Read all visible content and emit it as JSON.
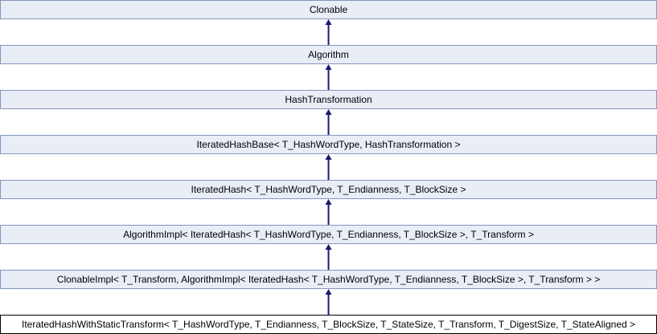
{
  "diagram": {
    "type": "class-inheritance-diagram",
    "colors": {
      "node_fill": "#e8edf6",
      "node_border": "#8595bd",
      "current_node_fill": "#ffffff",
      "current_node_border": "#000000",
      "arrow": "#191970",
      "text": "#000000"
    },
    "nodes": [
      {
        "label": "Clonable"
      },
      {
        "label": "Algorithm"
      },
      {
        "label": "HashTransformation"
      },
      {
        "label": "IteratedHashBase< T_HashWordType, HashTransformation >"
      },
      {
        "label": "IteratedHash< T_HashWordType, T_Endianness, T_BlockSize >"
      },
      {
        "label": "AlgorithmImpl< IteratedHash< T_HashWordType, T_Endianness, T_BlockSize >, T_Transform >"
      },
      {
        "label": "ClonableImpl< T_Transform, AlgorithmImpl< IteratedHash< T_HashWordType, T_Endianness, T_BlockSize >, T_Transform > >"
      },
      {
        "label": "IteratedHashWithStaticTransform< T_HashWordType, T_Endianness, T_BlockSize, T_StateSize, T_Transform, T_DigestSize, T_StateAligned >"
      }
    ],
    "edges": [
      {
        "from": "Algorithm",
        "to": "Clonable",
        "relation": "inherits"
      },
      {
        "from": "HashTransformation",
        "to": "Algorithm",
        "relation": "inherits"
      },
      {
        "from": "IteratedHashBase< T_HashWordType, HashTransformation >",
        "to": "HashTransformation",
        "relation": "inherits"
      },
      {
        "from": "IteratedHash< T_HashWordType, T_Endianness, T_BlockSize >",
        "to": "IteratedHashBase< T_HashWordType, HashTransformation >",
        "relation": "inherits"
      },
      {
        "from": "AlgorithmImpl< IteratedHash< T_HashWordType, T_Endianness, T_BlockSize >, T_Transform >",
        "to": "IteratedHash< T_HashWordType, T_Endianness, T_BlockSize >",
        "relation": "inherits"
      },
      {
        "from": "ClonableImpl< T_Transform, AlgorithmImpl< IteratedHash< T_HashWordType, T_Endianness, T_BlockSize >, T_Transform > >",
        "to": "AlgorithmImpl< IteratedHash< T_HashWordType, T_Endianness, T_BlockSize >, T_Transform >",
        "relation": "inherits"
      },
      {
        "from": "IteratedHashWithStaticTransform< T_HashWordType, T_Endianness, T_BlockSize, T_StateSize, T_Transform, T_DigestSize, T_StateAligned >",
        "to": "ClonableImpl< T_Transform, AlgorithmImpl< IteratedHash< T_HashWordType, T_Endianness, T_BlockSize >, T_Transform > >",
        "relation": "inherits"
      }
    ]
  }
}
